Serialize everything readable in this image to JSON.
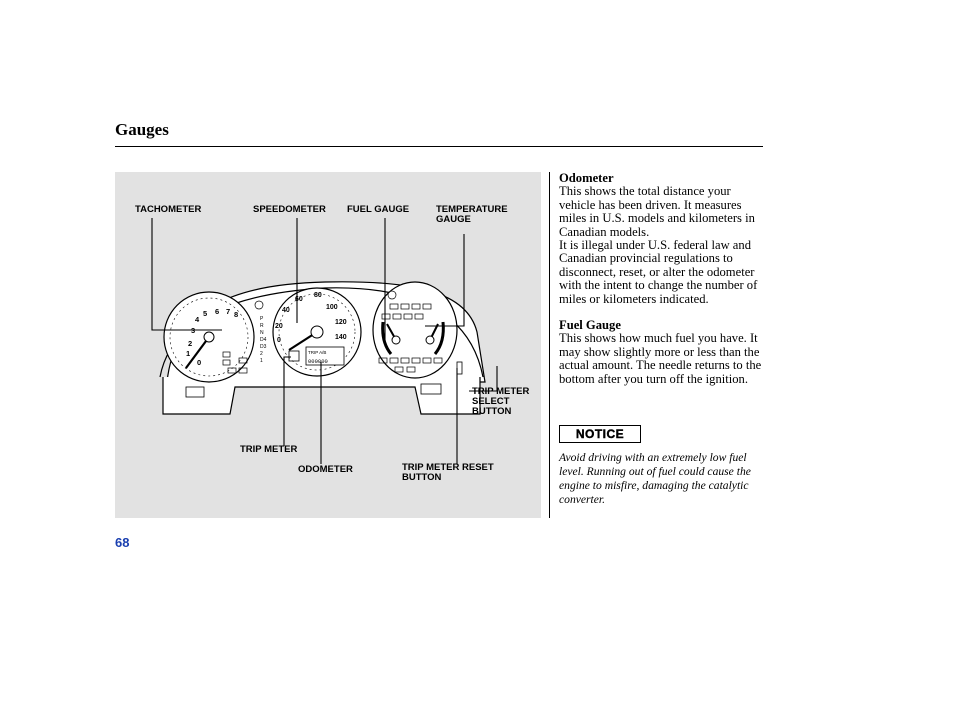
{
  "page": {
    "title": "Gauges",
    "page_number": "68"
  },
  "figure": {
    "labels": {
      "tachometer": "TACHOMETER",
      "speedometer": "SPEEDOMETER",
      "fuel_gauge": "FUEL GAUGE",
      "temperature_gauge": "TEMPERATURE\nGAUGE",
      "trip_meter_select": "TRIP METER\nSELECT\nBUTTON",
      "trip_meter": "TRIP METER",
      "odometer": "ODOMETER",
      "trip_meter_reset": "TRIP METER RESET\nBUTTON"
    },
    "dial_text": {
      "tach_numbers": [
        "0",
        "1",
        "2",
        "3",
        "4",
        "5",
        "6",
        "7",
        "8"
      ],
      "speed_numbers": [
        "0",
        "20",
        "40",
        "60",
        "80",
        "100",
        "120",
        "140"
      ],
      "gear_letters": [
        "P",
        "R",
        "N",
        "D4",
        "D3",
        "2",
        "1"
      ],
      "trip_display": "TRIP A/B",
      "odometer_display": "000000"
    }
  },
  "text": {
    "odometer_heading": "Odometer",
    "odometer_p1": "This shows the total distance your vehicle has been driven. It measures miles in U.S. models and kilometers in Canadian models.",
    "odometer_p2": "It is illegal under U.S. federal law and Canadian provincial regulations to disconnect, reset, or alter the odometer with the intent to change the number of miles or kilometers indicated.",
    "fuel_heading": "Fuel Gauge",
    "fuel_p1": "This shows how much fuel you have. It may show slightly more or less than the actual amount. The needle returns to the bottom after you turn off the ignition.",
    "notice_label": "NOTICE",
    "notice_text": "Avoid driving with an extremely low fuel level. Running out of fuel could cause the engine to misfire, damaging the catalytic converter."
  }
}
